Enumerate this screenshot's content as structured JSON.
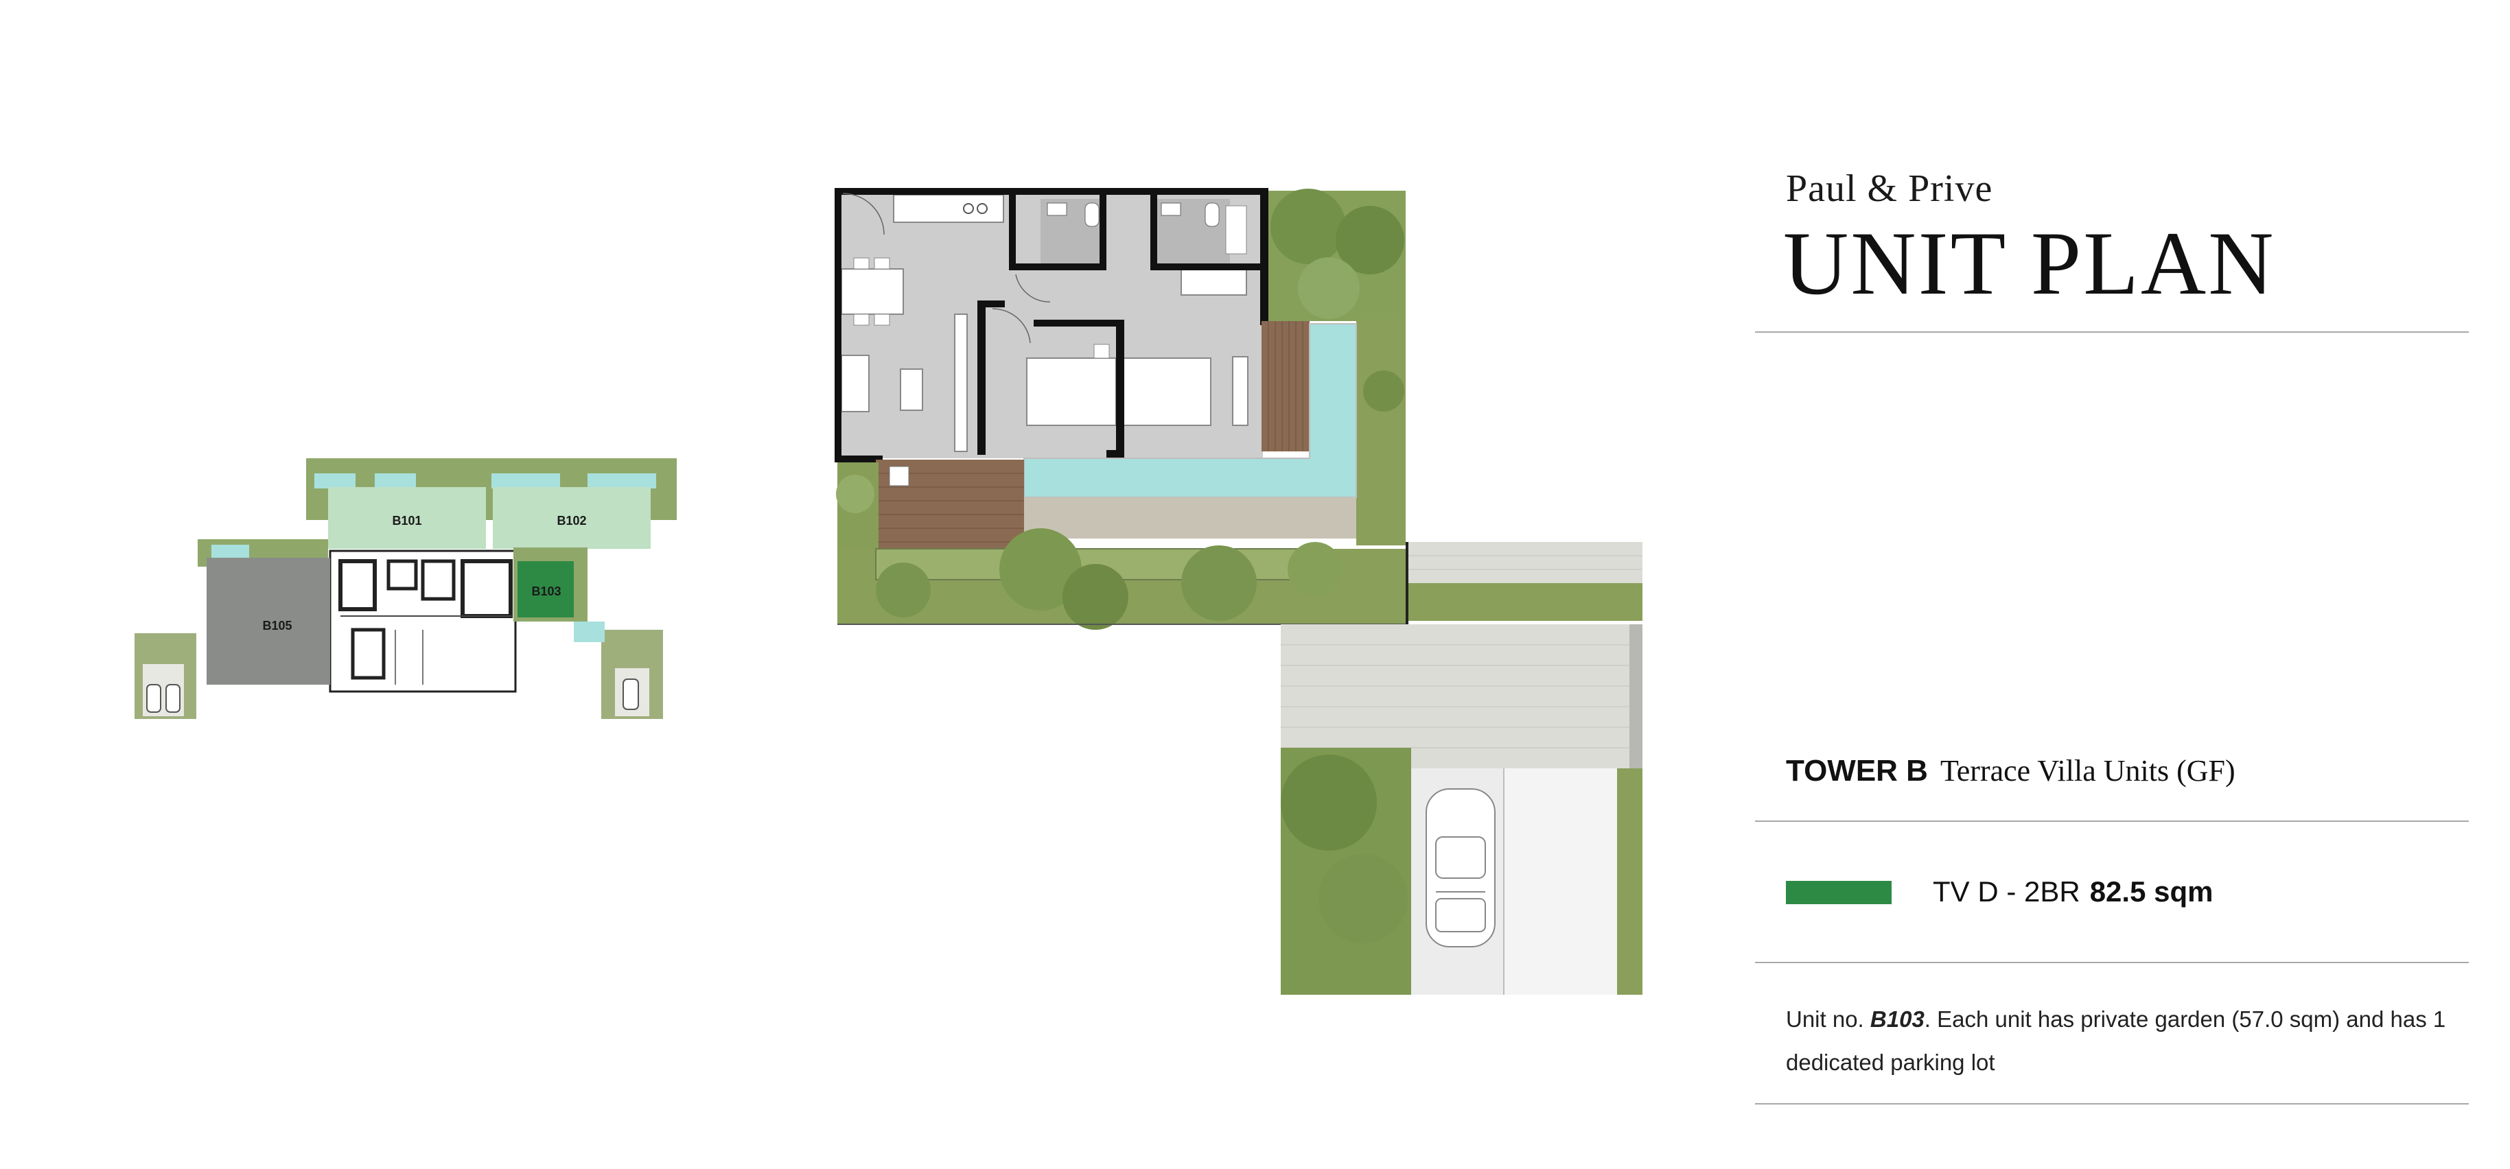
{
  "header": {
    "brand": "Paul & Prive",
    "title": "UNIT PLAN"
  },
  "tower": {
    "name": "TOWER B",
    "type": "Terrace Villa Units (GF)"
  },
  "legend": {
    "color": "#2d8a45",
    "unit_type": "TV D - 2BR",
    "area": "82.5 sqm"
  },
  "description": {
    "prefix": "Unit no.",
    "unit_no": "B103",
    "rest": ". Each unit has private garden (57.0 sqm) and has 1 dedicated parking lot"
  },
  "key_plan": {
    "units": [
      {
        "label": "B101",
        "highlighted": false
      },
      {
        "label": "B102",
        "highlighted": false
      },
      {
        "label": "B103",
        "highlighted": true
      },
      {
        "label": "B105",
        "highlighted": false
      }
    ],
    "highlight_color": "#2d8a45",
    "unit_color": "#bfe0c3",
    "other_color": "#8a8c8a"
  },
  "colors": {
    "pool": "#a8e0dd",
    "deck": "#8a6a52",
    "garden": "#8a9f5a",
    "interior": "#cdcdcd",
    "wall": "#111111",
    "paving": "#dcdcd6"
  }
}
